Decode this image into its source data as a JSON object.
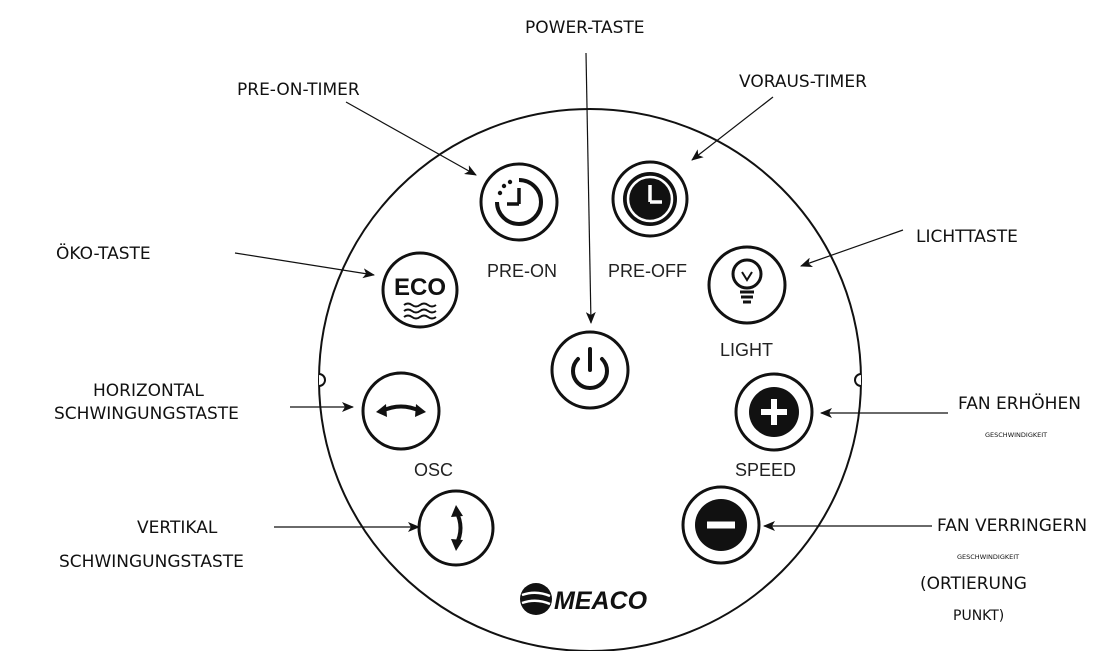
{
  "labels": {
    "power": "POWER-TASTE",
    "pre_on_timer": "PRE-ON-TIMER",
    "voraus_timer": "VORAUS-TIMER",
    "eco": "ÖKO-TASTE",
    "light": "LICHTTASTE",
    "horizontal_1": "HORIZONTAL",
    "horizontal_2": "SCHWINGUNGSTASTE",
    "vertical_1": "VERTIKAL",
    "vertical_2": "SCHWINGUNGSTASTE",
    "fan_up": "FAN ERHÖHEN",
    "fan_up_small": "GESCHWINDIGKEIT",
    "fan_down": "FAN VERRINGERN",
    "fan_down_small": "GESCHWINDIGKEIT",
    "orient_1": "(ORTIERUNG",
    "orient_2": "PUNKT)"
  },
  "buttons": {
    "pre_on": "PRE-ON",
    "pre_off": "PRE-OFF",
    "eco": "ECO",
    "light": "LIGHT",
    "osc": "OSC",
    "speed": "SPEED"
  },
  "brand": "MEACO"
}
